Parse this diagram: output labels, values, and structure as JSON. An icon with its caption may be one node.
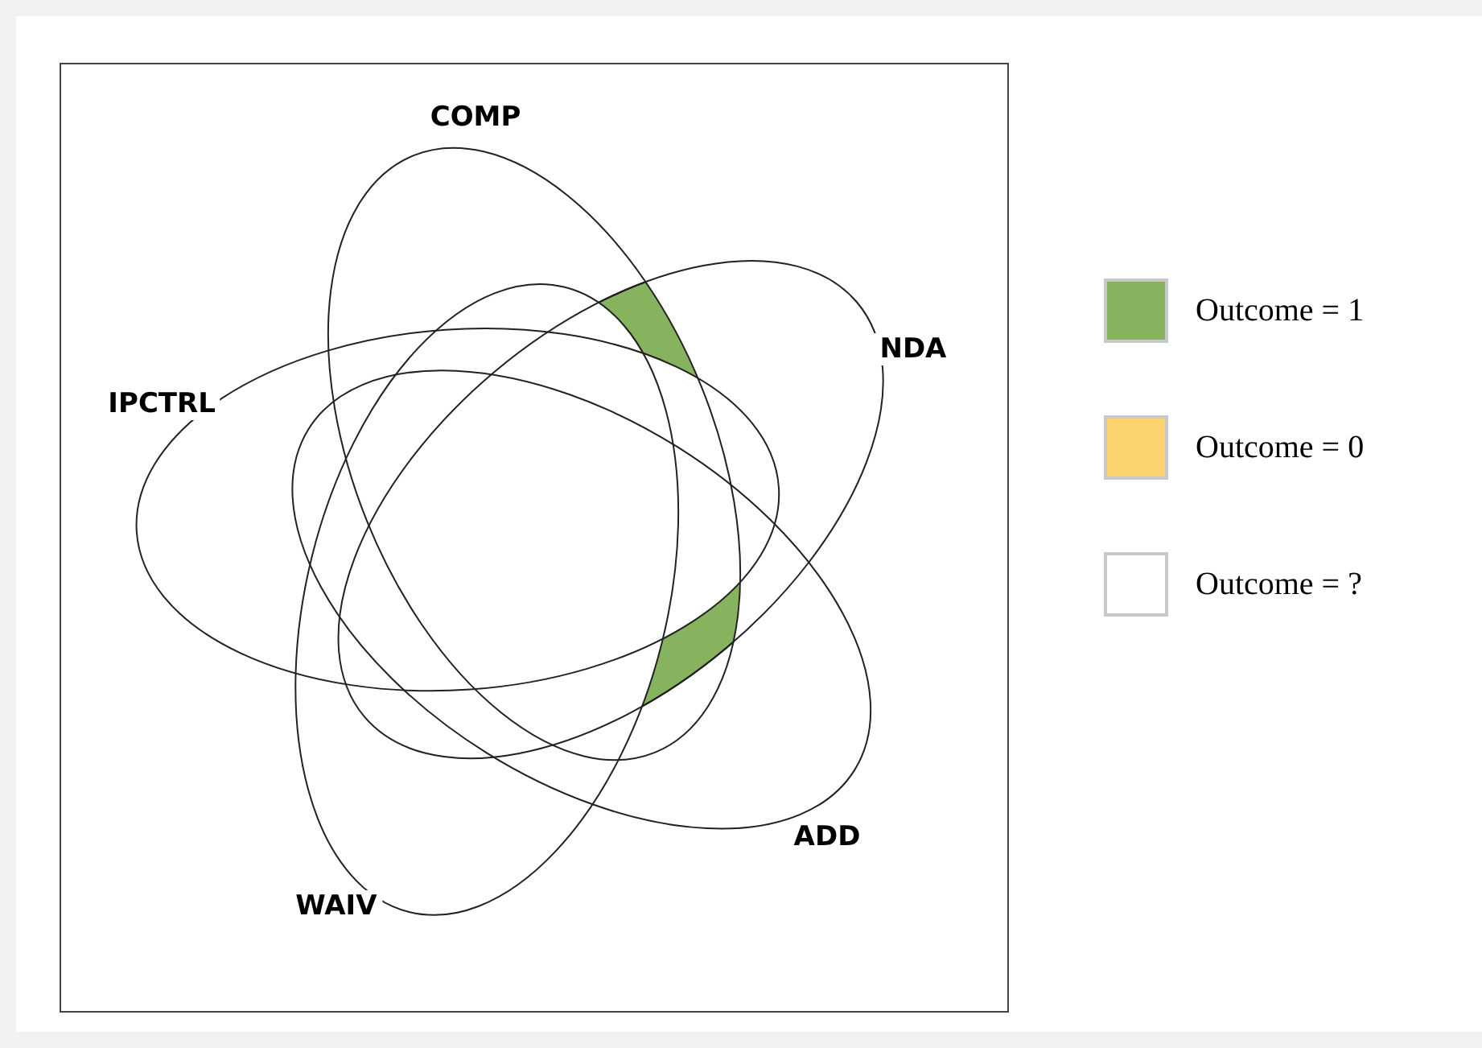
{
  "diagram": {
    "nodes": [
      {
        "text": [
          "COMP"
        ]
      },
      {
        "text": [
          "IPCTRL"
        ]
      },
      {
        "text": [
          "NDA"
        ]
      },
      {
        "text": [
          "WAIV"
        ]
      },
      {
        "text": [
          "ADD"
        ]
      },
      {
        "text": [],
        "shape": "region"
      }
    ],
    "legend": [
      {
        "text": "Outcome = 1",
        "color": "#88b35e"
      },
      {
        "text": "Outcome = 0",
        "color": "#fbd36e"
      },
      {
        "text": "Outcome = ?",
        "color": "#ffffff"
      }
    ]
  }
}
